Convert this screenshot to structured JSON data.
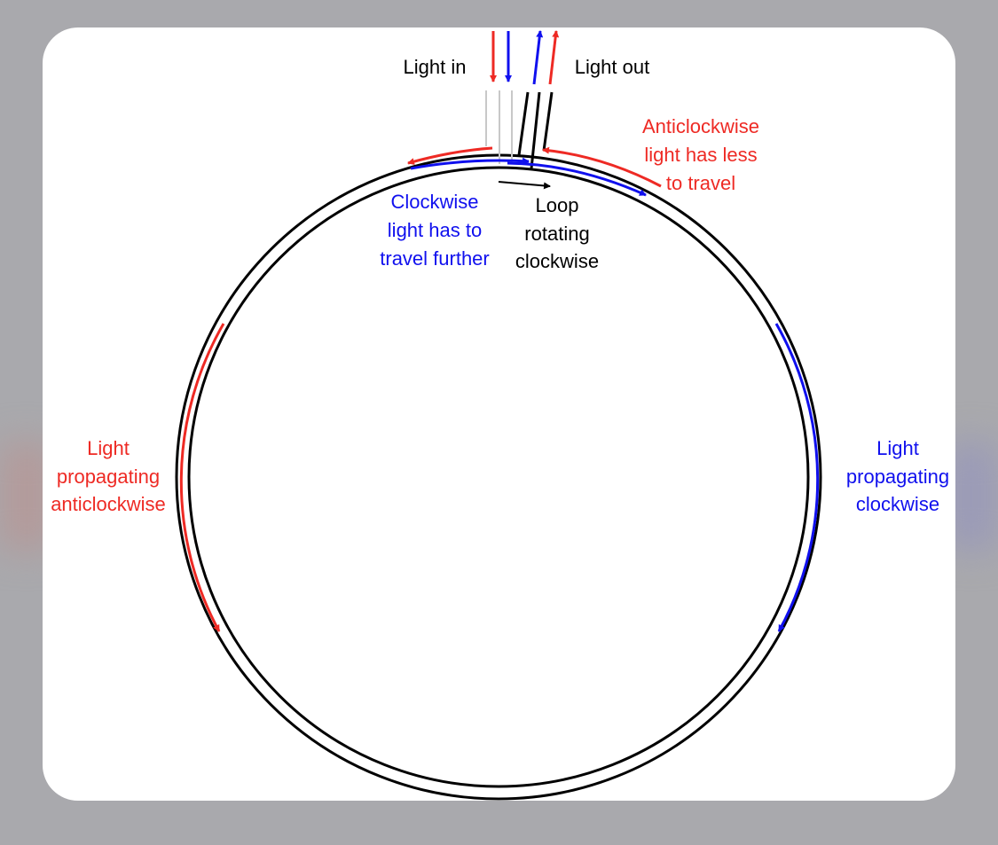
{
  "labels": {
    "light_in": "Light in",
    "light_out": "Light out",
    "anticlockwise_less": [
      "Anticlockwise",
      "light has less",
      "to travel"
    ],
    "clockwise_further": [
      "Clockwise",
      "light has to",
      "travel further"
    ],
    "loop_rotating": [
      "Loop",
      "rotating",
      "clockwise"
    ],
    "left_propagating": [
      "Light",
      "propagating",
      "anticlockwise"
    ],
    "right_propagating": [
      "Light",
      "propagating",
      "clockwise"
    ]
  },
  "colors": {
    "red": "#ee2a24",
    "blue": "#1010ee",
    "black": "#000000"
  }
}
